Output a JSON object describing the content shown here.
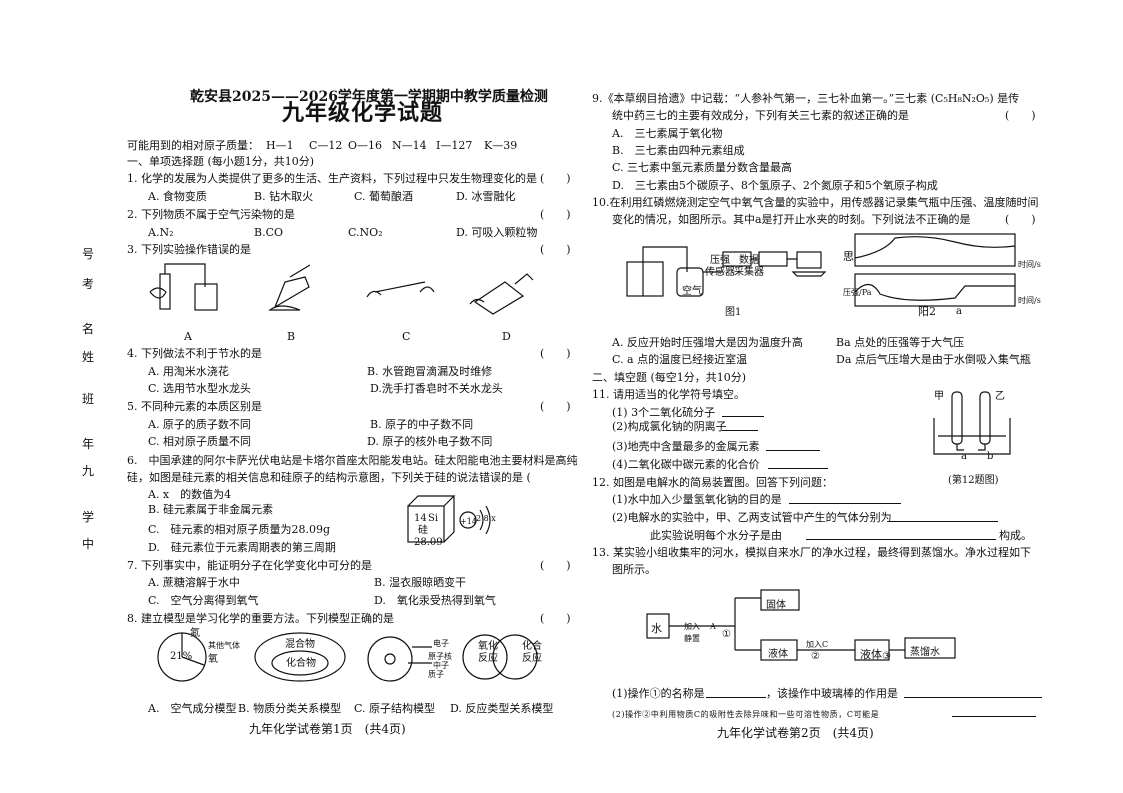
{
  "side_label": [
    "号",
    "考",
    "名",
    "姓",
    "班",
    "年",
    "九",
    "学",
    "中"
  ],
  "left": {
    "header": "乾安县2025——2026学年度第一学期期中教学质量检测",
    "title": "九年级化学试题",
    "atomic_masses": "可能用到的相对原子质量：",
    "atomic_values": [
      "H—1",
      "C—12",
      "O—16",
      "N—14",
      "I—127",
      "K—39"
    ],
    "section1": "一、单项选择题 (每小题1分，共10分)",
    "questions": [
      {
        "id": "q1",
        "text": "1. 化学的发展为人类提供了更多的生活、生产资料，下列过程中只发生物理变化的是",
        "bracket": "(　　)",
        "options": [
          "A. 食物变质",
          "B. 钻木取火",
          "C. 葡萄酿酒",
          "D. 冰雪融化"
        ]
      },
      {
        "id": "q2",
        "text": "2. 下列物质不属于空气污染物的是",
        "bracket": "(　　)",
        "options": [
          "A.N₂",
          "B.CO",
          "C.NO₂",
          "D. 可吸入颗粒物"
        ]
      },
      {
        "id": "q3",
        "text": "3. 下列实验操作错误的是",
        "bracket": "(　　)",
        "options": [
          "A",
          "B",
          "C",
          "D"
        ]
      },
      {
        "id": "q4",
        "text": "4. 下列做法不利于节水的是",
        "bracket": "(　　)",
        "options": [
          "A. 用淘米水浇花",
          "B. 水管跑冒滴漏及时维修",
          "C. 选用节水型水龙头",
          "D.洗手打香皂时不关水龙头"
        ]
      },
      {
        "id": "q5",
        "text": "5. 不同种元素的本质区别是",
        "bracket": "(　　)",
        "options": [
          "A. 原子的质子数不同",
          "B. 原子的中子数不同",
          "C. 相对原子质量不同",
          "D. 原子的核外电子数不同"
        ]
      },
      {
        "id": "q6",
        "line1": "6.　中国承建的阿尔卡萨光伏电站是卡塔尔首座太阳能发电站。硅太阳能电池主要材料是高纯",
        "line2": "硅，如图是硅元素的相关信息和硅原子的结构示意图，下列关于硅的说法错误的是 (",
        "options": [
          "A. x　的数值为4",
          "B. 硅元素属于非金属元素",
          "C.　硅元素的相对原子质量为28.09g",
          "D.　硅元素位于元素周期表的第三周期"
        ],
        "cell": {
          "num": "14",
          "sym": "Si",
          "name": "硅",
          "mass": "28.09"
        },
        "atom": {
          "nucleus": "+14",
          "shells": "2 8 x"
        }
      },
      {
        "id": "q7",
        "text": "7. 下列事实中，能证明分子在化学变化中可分的是",
        "bracket": "(　　)",
        "options": [
          "A. 蔗糖溶解于水中",
          "B. 湿衣服晾晒变干",
          "C.　空气分离得到氧气",
          "D.　氧化汞受热得到氧气"
        ]
      },
      {
        "id": "q8",
        "text": "8. 建立模型是学习化学的重要方法。下列模型正确的是",
        "bracket": "(　　)",
        "options": [
          "A.　空气成分模型",
          "B. 物质分类关系模型",
          "C. 原子结构模型",
          "D. 反应类型关系模型"
        ],
        "labels": {
          "a1": "氮",
          "a2": "21%",
          "a3": "其他气体",
          "a4": "氧",
          "b1": "混合物",
          "b2": "化合物",
          "c1": "电子",
          "c2": "原子核",
          "c3": "中子",
          "c4": "质子",
          "d1": "氧化",
          "d2": "反应",
          "d3": "化合",
          "d4": "反应"
        }
      }
    ],
    "footer": "九年化学试卷第1页　(共4页)"
  },
  "right": {
    "q9": {
      "line1": "9.《本草纲目拾遗》中记载：“人参补气第一，三七补血第一。”三七素 (C₅H₈N₂O₅) 是传",
      "line2": "统中药三七的主要有效成分，下列有关三七素的叙述正确的是",
      "bracket": "(　　)",
      "options": [
        "A.　三七素属于氧化物",
        "B.　三七素由四种元素组成",
        "C. 三七素中氢元素质量分数含量最高",
        "D.　三七素由5个碳原子、8个氢原子、2个氮原子和5个氧原子构成"
      ]
    },
    "q10": {
      "line1": "10.在利用红磷燃烧测定空气中氧气含量的实验中，用传感器记录集气瓶中压强、温度随时间",
      "line2": "变化的情况，如图所示。其中a是打开止水夹的时刻。下列说法不正确的是",
      "bracket": "(　　)",
      "fig1_label": "图1",
      "fig2_label": "阳2",
      "air": "空气",
      "sensor1": "压强",
      "sensor2": "数据",
      "sensor3": "传感器",
      "sensor4": "采集器",
      "graph_top_ylabel": "思",
      "graph_top_xlabel": "时间/s",
      "graph_bot_ylabel": "压强/Pa",
      "graph_bot_xlabel": "时间/s",
      "graph_a": "a",
      "options": [
        "A. 反应开始时压强增大是因为温度升高",
        "Ba 点处的压强等于大气压",
        "C. a 点的温度已经接近室温",
        "Da 点后气压增大是由于水倒吸入集气瓶"
      ]
    },
    "section2": "二、填空题 (每空1分，共10分)",
    "q11": {
      "stem": "11. 请用适当的化学符号填空。",
      "items": [
        "(1) 3个二氧化硫分子",
        "(2)构成氯化钠的阴离子",
        "(3)地壳中含量最多的金属元素",
        "(4)二氧化碳中碳元素的化合价"
      ],
      "fig_label": "(第12题图)",
      "jia": "甲",
      "yi": "乙",
      "a": "a",
      "b": "b"
    },
    "q12": {
      "stem": "12. 如图是电解水的简易装置图。回答下列问题：",
      "items": [
        "(1)水中加入少量氢氧化钠的目的是",
        "(2)电解水的实验中，甲、乙两支试管中产生的气体分别为",
        "此实验说明每个水分子是由",
        "构成。"
      ]
    },
    "q13": {
      "line1": "13. 某实验小组收集牢的河水，模拟自来水厂的净水过程，最终得到蒸馏水。净水过程如下",
      "line2": "图所示。",
      "flow": {
        "water": "水",
        "addA": "加入",
        "addA2": "A",
        "settle": "静置",
        "step1": "①",
        "solid": "固体",
        "liquidA": "液体",
        "addC": "加入C",
        "step2": "②",
        "liquidD": "液体",
        "step3": "③",
        "distilled": "蒸馏水"
      },
      "sub1": "(1)操作①的名称是",
      "sub1b": "，该操作中玻璃棒的作用是",
      "sub2": "(2)操作②中利用物质C的吸附性去除异味和一些可溶性物质，C可能是"
    },
    "footer": "九年化学试卷第2页　(共4页)"
  }
}
